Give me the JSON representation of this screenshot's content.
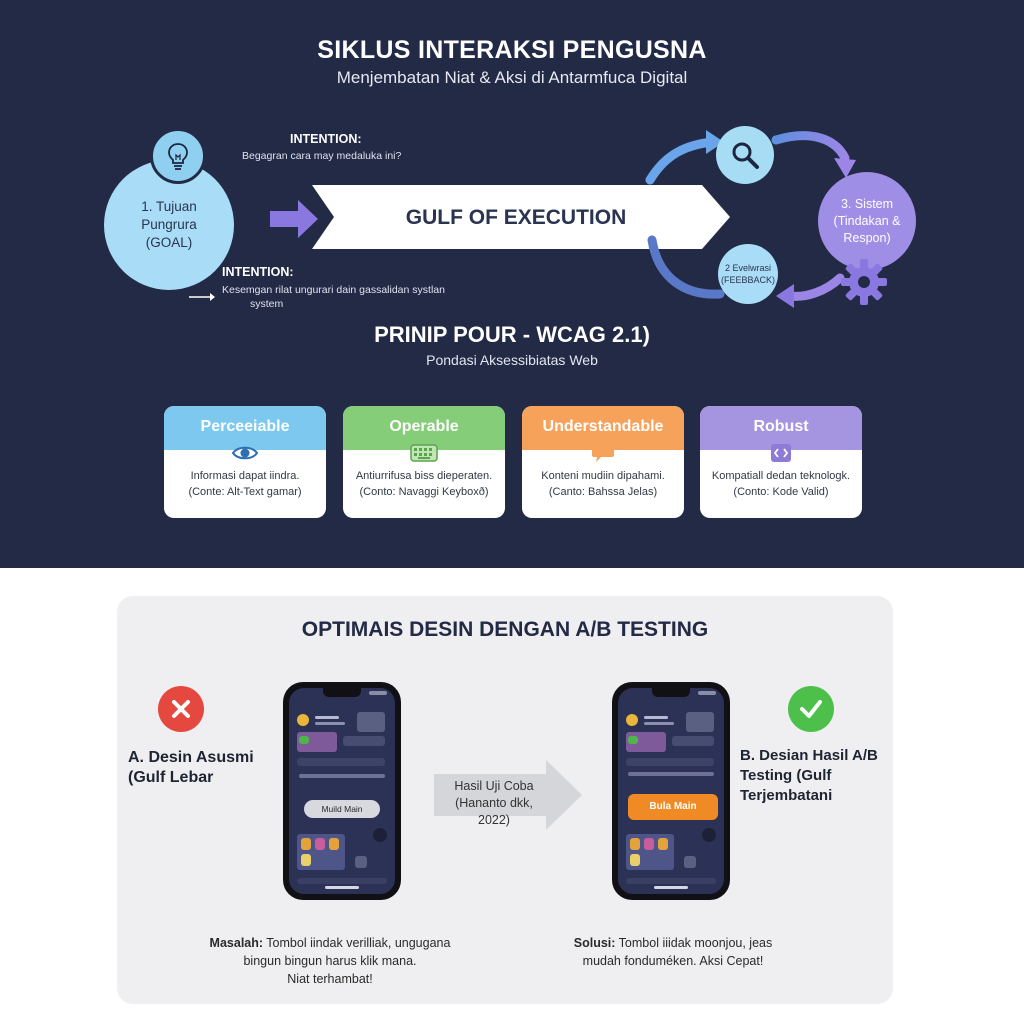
{
  "header": {
    "title": "SIKLUS INTERAKSI PENGUSNA",
    "subtitle": "Menjembatan Niat & Aksi di Antarmfuca Digital"
  },
  "cycle": {
    "goal_label": "1. Tujuan Pungrura (GOAL)",
    "intention_top_label": "INTENTION:",
    "intention_top_desc": "Begagran cara may medaluka ini?",
    "intention_bottom_label": "INTENTION:",
    "intention_bottom_desc_1": "Kesemgan rilat ungurari dain gassalidan systlan",
    "intention_bottom_desc_2": "system",
    "gulf_label": "GULF OF EXECUTION",
    "system_label": "3. Sistem (Tindakan & Respon)",
    "eval_label": "2 Evelwrasi (FEEBBACK)",
    "icons": [
      "lightbulb-icon",
      "search-icon",
      "gear-icon",
      "arrow-icon"
    ],
    "colors": {
      "light_blue": "#a9dcf6",
      "purple": "#9e8ee6",
      "arrow": "#8a78e0"
    }
  },
  "pour": {
    "title": "PRINIP POUR - WCAG 2.1)",
    "subtitle": "Pondasi Aksessibiatas Web",
    "cards": [
      {
        "title": "Perceeiable",
        "line1": "Informasi dapat iindra.",
        "line2": "(Conte: Alt-Text gamar)",
        "color": "#7cc8ef",
        "icon": "eye-icon"
      },
      {
        "title": "Operable",
        "line1": "Antiurrifusa biss dieperaten.",
        "line2": "(Conto: Navaggi Keyboxð)",
        "color": "#86cd7a",
        "icon": "keyboard-icon"
      },
      {
        "title": "Understandable",
        "line1": "Konteni mudiin dipahami.",
        "line2": "(Canto: Bahssa Jelas)",
        "color": "#f6a25a",
        "icon": "speech-bubble-icon"
      },
      {
        "title": "Robust",
        "line1": "Kompatiall dedan teknologk.",
        "line2": "(Conto: Kode Valid)",
        "color": "#a595e1",
        "icon": "code-icon"
      }
    ]
  },
  "ab": {
    "title": "OPTIMAIS DESIN DENGAN A/B TESTING",
    "variant_a_label": "A. Desin Asusmi (Gulf Lebar",
    "variant_a_button": "Muild Main",
    "variant_b_label": "B. Desian Hasil A/B Testing (Gulf Terjembatani",
    "variant_b_button": "Bula Main",
    "mid_text_1": "Hasil Uji Coba",
    "mid_text_2": "(Hananto dkk, 2022)",
    "problem_label": "Masalah:",
    "problem_text_1": "Tombol iindak verilliak, ungugana",
    "problem_text_2": "bingun bingun harus klik mana.",
    "problem_text_3": "Niat terhambat!",
    "solution_label": "Solusi:",
    "solution_text_1": "Tombol iiidak moonjou, jeas",
    "solution_text_2": "mudah fonduméken. Aksi Cepat!",
    "colors": {
      "bad": "#e5483f",
      "good": "#4cc04a",
      "cta": "#f08a24"
    }
  }
}
